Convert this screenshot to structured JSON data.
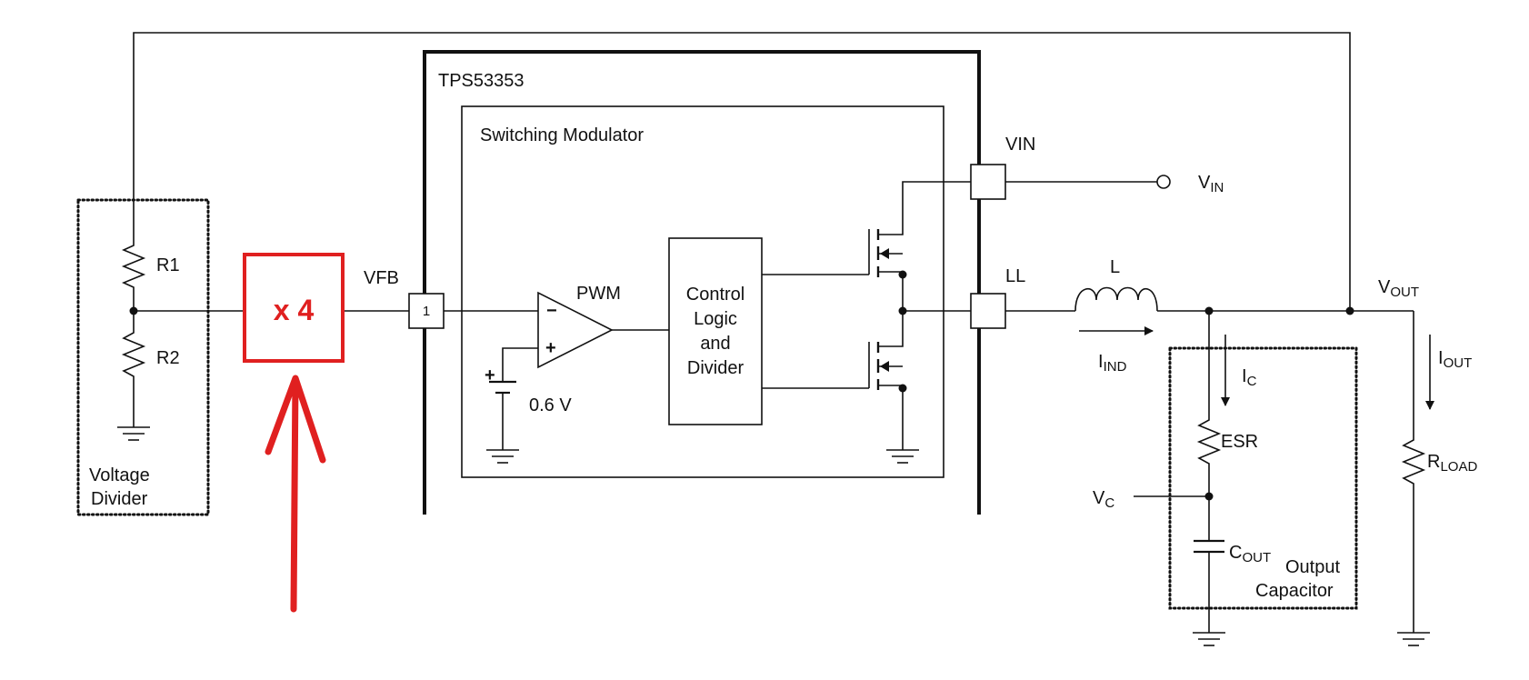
{
  "chip": {
    "name": "TPS53353",
    "modulator": "Switching Modulator"
  },
  "pins": {
    "vfb": "VFB",
    "vfb_number": "1",
    "vin": "VIN",
    "ll": "LL"
  },
  "amplifier": {
    "name": "PWM",
    "minus": "−",
    "plus": "+"
  },
  "control": {
    "line1": "Control",
    "line2": "Logic",
    "line3": "and",
    "line4": "Divider"
  },
  "reference": {
    "value": "0.6 V",
    "plus": "+"
  },
  "divider": {
    "r1": "R1",
    "r2": "R2",
    "line1": "Voltage",
    "line2": "Divider"
  },
  "annotation": {
    "gain": "x 4",
    "color": "#e02020"
  },
  "source": {
    "main": "V",
    "sub": "IN"
  },
  "inductor": {
    "label": "L",
    "current_main": "I",
    "current_sub": "IND"
  },
  "output": {
    "vout_main": "V",
    "vout_sub": "OUT",
    "iout_main": "I",
    "iout_sub": "OUT",
    "rload_main": "R",
    "rload_sub": "LOAD"
  },
  "capacitor": {
    "ic_main": "I",
    "ic_sub": "C",
    "esr": "ESR",
    "vc_main": "V",
    "vc_sub": "C",
    "cout_main": "C",
    "cout_sub": "OUT",
    "line1": "Output",
    "line2": "Capacitor"
  }
}
